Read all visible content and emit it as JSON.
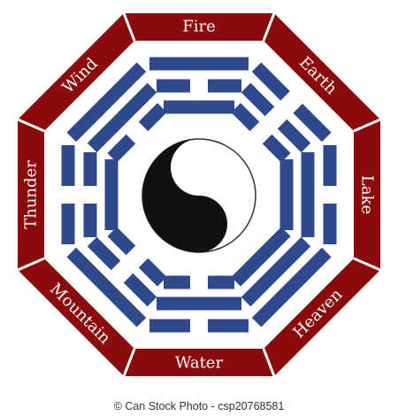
{
  "trigrams": [
    {
      "label": "Fire",
      "lines": [
        "yang",
        "yin",
        "yang"
      ]
    },
    {
      "label": "Earth",
      "lines": [
        "yin",
        "yin",
        "yin"
      ]
    },
    {
      "label": "Lake",
      "lines": [
        "yin",
        "yang",
        "yang"
      ]
    },
    {
      "label": "Heaven",
      "lines": [
        "yang",
        "yang",
        "yang"
      ]
    },
    {
      "label": "Water",
      "lines": [
        "yin",
        "yang",
        "yin"
      ]
    },
    {
      "label": "Mountain",
      "lines": [
        "yang",
        "yin",
        "yin"
      ]
    },
    {
      "label": "Thunder",
      "lines": [
        "yin",
        "yin",
        "yang"
      ]
    },
    {
      "label": "Wind",
      "lines": [
        "yang",
        "yang",
        "yin"
      ]
    }
  ],
  "colors": {
    "frame": "#8b0a0c",
    "trigram": "#2e4a8c",
    "label_text": "#ffffff",
    "yin_yang_dark": "#111111",
    "yin_yang_light": "#ffffff"
  },
  "center_symbol": "yin-yang-icon",
  "credit": {
    "copyright": "© Can Stock Photo",
    "image_id": "csp20768581"
  }
}
